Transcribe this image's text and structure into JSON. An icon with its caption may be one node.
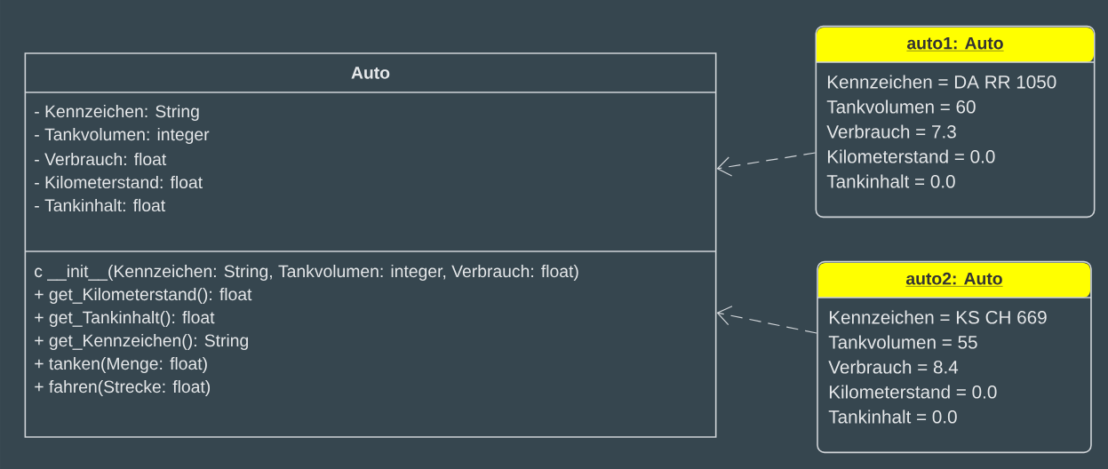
{
  "diagram": {
    "nodes": [
      {
        "text": [
          "Auto",
          "- Kennzeichen: String",
          "- Tankvolumen: integer",
          "- Verbrauch: float",
          "- Kilometerstand: float",
          "- Tankinhalt: float",
          "c __init__(Kennzeichen: String, Tankvolumen: integer, Verbrauch: float)",
          "+ get_Kilometerstand(): float",
          "+ get_Tankinhalt(): float",
          "+ get_Kennzeichen(): String",
          "+ tanken(Menge: float)",
          "+ fahren(Strecke: float)"
        ]
      },
      {
        "text": [
          "auto1: Auto",
          "Kennzeichen = DA RR 1050",
          "Tankvolumen = 60",
          "Verbrauch = 7.3",
          "Kilometerstand = 0.0",
          "Tankinhalt = 0.0"
        ]
      },
      {
        "text": [
          "auto2: Auto",
          "Kennzeichen = KS CH 669",
          "Tankvolumen = 55",
          "Verbrauch = 8.4",
          "Kilometerstand = 0.0",
          "Tankinhalt = 0.0"
        ]
      }
    ],
    "edges": [
      {
        "from": 1,
        "to": 0,
        "arrow": "to",
        "style": "dashed"
      },
      {
        "from": 2,
        "to": 0,
        "arrow": "to",
        "style": "dashed"
      }
    ]
  }
}
